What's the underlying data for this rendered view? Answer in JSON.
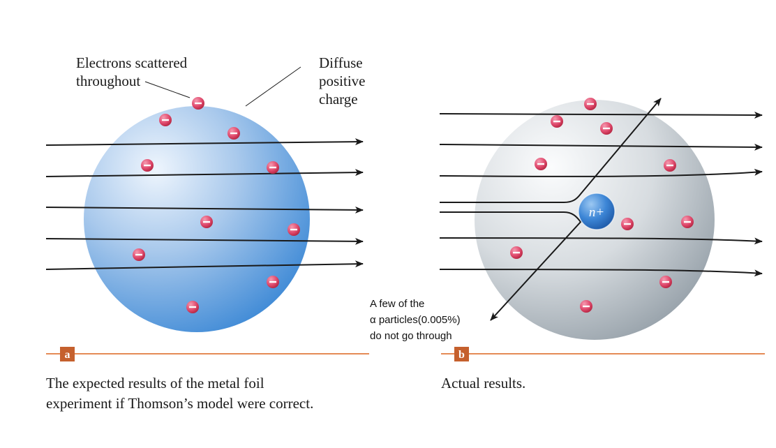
{
  "panel_a": {
    "badge": "a",
    "label_electrons": [
      "Electrons scattered",
      "throughout"
    ],
    "label_charge": [
      "Diffuse",
      "positive",
      "charge"
    ],
    "caption": [
      "The expected results of the metal foil",
      "experiment if Thomson’s model were correct."
    ]
  },
  "panel_b": {
    "badge": "b",
    "nucleus_label": "n+",
    "note": [
      "A few of the",
      "α particles(0.005%)",
      "do not go through"
    ],
    "caption": "Actual results."
  },
  "colors": {
    "sphere_a": "#6aa3dc",
    "sphere_b": "#c9cfd4",
    "electron": "#d63a5e",
    "nucleus": "#3d86d6",
    "rule_line": "#e58a55",
    "badge": "#c5602d"
  }
}
